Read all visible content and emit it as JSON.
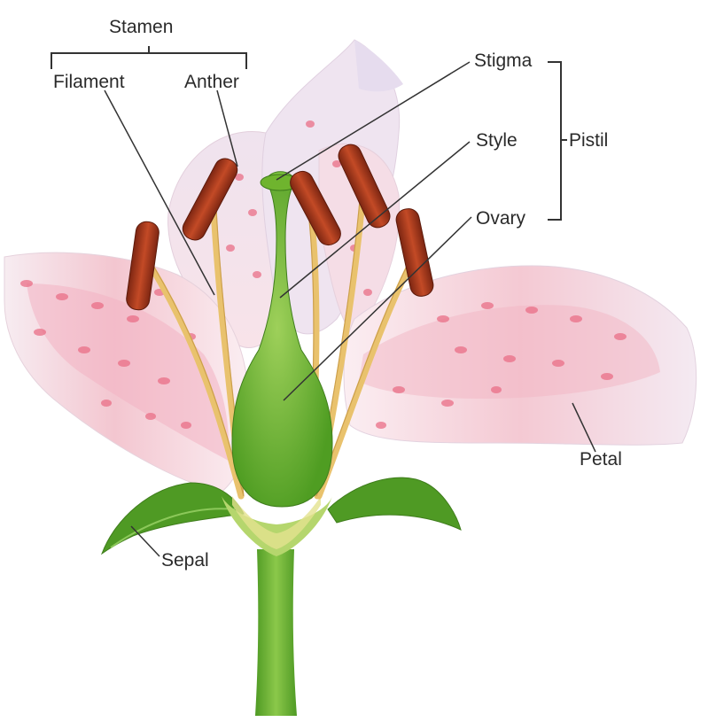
{
  "labels": {
    "stamen": "Stamen",
    "filament": "Filament",
    "anther": "Anther",
    "stigma": "Stigma",
    "style": "Style",
    "ovary": "Ovary",
    "pistil": "Pistil",
    "petal": "Petal",
    "sepal": "Sepal"
  },
  "colors": {
    "petal_base": "#f6eef3",
    "petal_pink": "#f2b7c4",
    "petal_spot": "#ea6f87",
    "anther": "#a8391e",
    "filament": "#e9c26d",
    "pistil_green": "#6fbb2b",
    "stem_green": "#63ad2f",
    "leader_line": "#333333"
  }
}
